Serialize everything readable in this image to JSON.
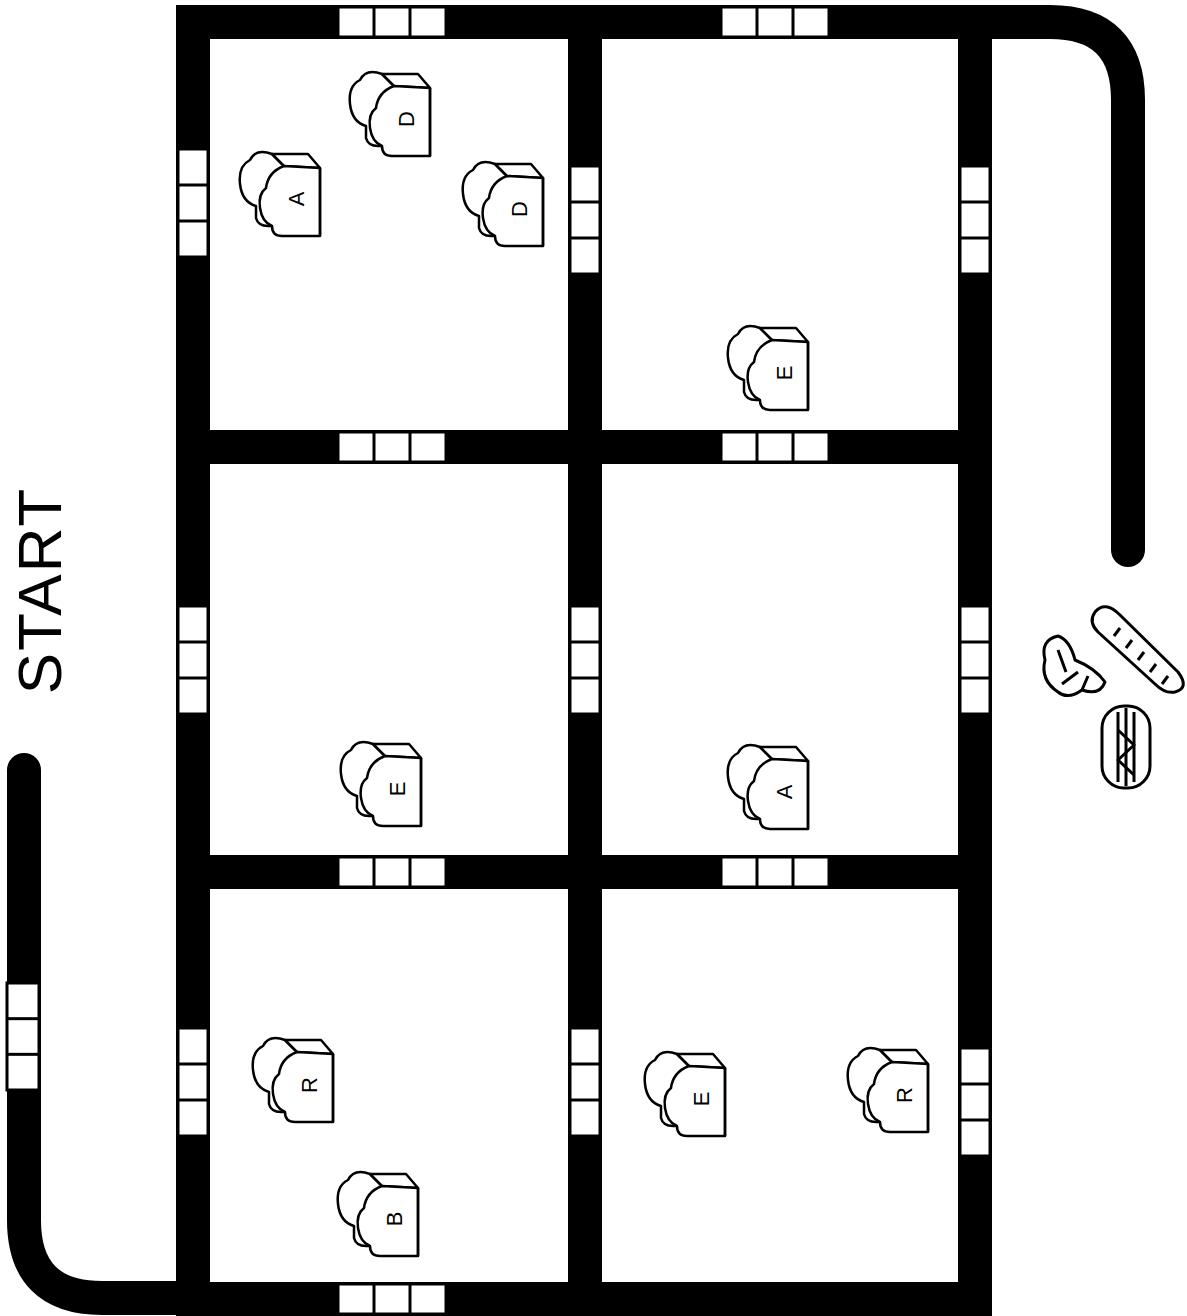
{
  "diagram": {
    "nodes": [
      {
        "text": [
          "D"
        ]
      },
      {
        "text": [
          "A"
        ]
      },
      {
        "text": [
          "D"
        ]
      },
      {
        "text": [
          "E"
        ]
      },
      {
        "text": [
          "E"
        ]
      },
      {
        "text": [
          "A"
        ]
      },
      {
        "text": [
          "R"
        ]
      },
      {
        "text": [
          "E"
        ]
      },
      {
        "text": [
          "R"
        ]
      },
      {
        "text": [
          "B"
        ]
      }
    ],
    "labels": [
      "START"
    ]
  }
}
